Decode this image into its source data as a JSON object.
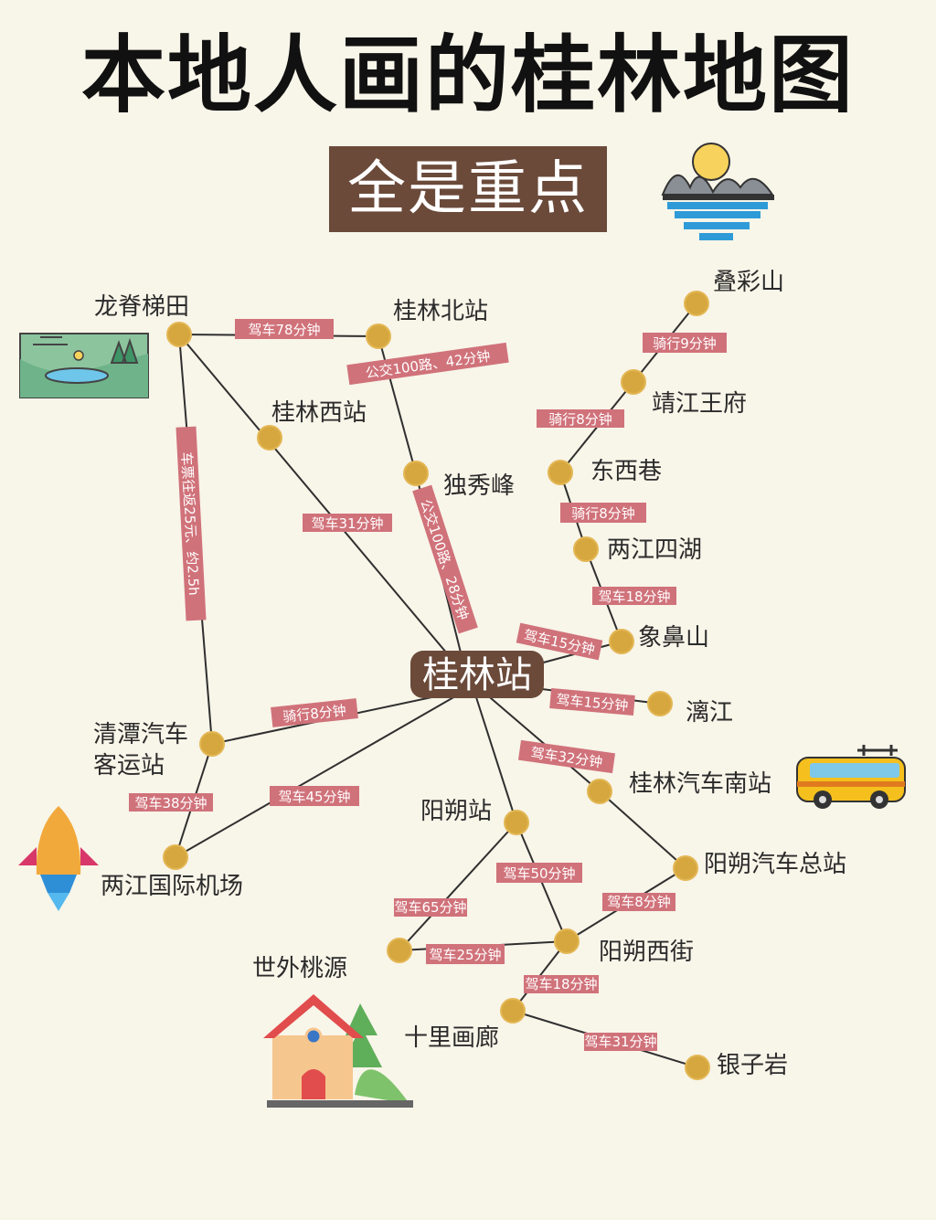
{
  "title": "本地人画的桂林地图",
  "subtitle": "全是重点",
  "hub": "桂林站",
  "stations": {
    "diecaishan": "叠彩山",
    "longji": "龙脊梯田",
    "guilin_north": "桂林北站",
    "jingjiang": "靖江王府",
    "guilin_west": "桂林西站",
    "dongxi": "东西巷",
    "duxiufeng": "独秀峰",
    "liangjiang_lakes": "两江四湖",
    "xiangbishan": "象鼻山",
    "lijiang": "漓江",
    "qingtan": "清潭汽车\n客运站",
    "guilin_south_bus": "桂林汽车南站",
    "yangshuo_station": "阳朔站",
    "airport": "两江国际机场",
    "yangshuo_bus": "阳朔汽车总站",
    "shiwai": "世外桃源",
    "west_street": "阳朔西街",
    "shili": "十里画廊",
    "yinziyan": "银子岩"
  },
  "routes": {
    "longji_north": "驾车78分钟",
    "north_duxiu": "公交100路、42分钟",
    "diecai_jingjiang": "骑行9分钟",
    "jingjiang_dongxi": "骑行8分钟",
    "dongxi_lakes": "骑行8分钟",
    "lakes_xiangbi": "驾车18分钟",
    "hub_xiangbi": "驾车15分钟",
    "hub_lijiang": "驾车15分钟",
    "west_hub": "驾车31分钟",
    "duxiu_hub": "公交100路、28分钟",
    "longji_qingtan": "车票往返25元、约2.5h",
    "hub_qingtan": "骑行8分钟",
    "hub_south": "驾车32分钟",
    "qingtan_airport": "驾车38分钟",
    "hub_airport": "驾车45分钟",
    "ys_shiwai": "驾车65分钟",
    "ys_west": "驾车50分钟",
    "ysbus_west": "驾车8分钟",
    "shiwai_west": "驾车25分钟",
    "west_shili": "驾车18分钟",
    "shili_yinzi": "驾车31分钟"
  },
  "icons": [
    "landscape-lake-icon",
    "mountain-lake-sun-icon",
    "rocket-icon",
    "minibus-icon",
    "house-tree-icon"
  ],
  "colors": {
    "background": "#f8f5e9",
    "node": "#d6a73f",
    "edge_label": "#d0727a",
    "subtitle_bg": "#6b4a3a",
    "hub_bg": "#6b4a3a"
  }
}
